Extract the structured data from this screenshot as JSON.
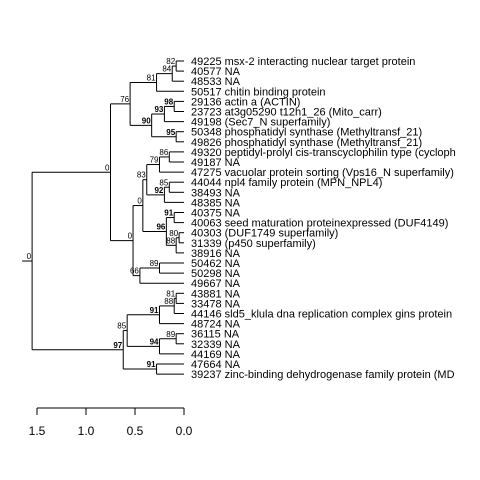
{
  "chart_data": {
    "type": "phylogenetic-tree",
    "x_axis": {
      "direction": "reversed",
      "range": [
        1.5,
        0.0
      ],
      "ticks": [
        "1.5",
        "1.0",
        "0.5",
        "0.0"
      ],
      "tick_values": [
        1.5,
        1.0,
        0.5,
        0.0
      ]
    },
    "leaves": [
      "49225 msx-2 interacting nuclear target protein",
      "40577 NA",
      "48533 NA",
      "50517 chitin binding protein",
      "29136 actin a (ACTIN)",
      "23723 at3g05290 t12h1_26 (Mito_carr)",
      "49198 (Sec7_N superfamily)",
      "50348 phosphatidyl synthase (Methyltransf_21)",
      "49826 phosphatidyl synthase (Methyltransf_21)",
      "49320 peptidyl-prolyl cis-transcyclophilin type (cycloph",
      "49187 NA",
      "47275 vacuolar protein sorting (Vps16_N superfamily)",
      "44044 npl4 family protein (MPN_NPL4)",
      "38493 NA",
      "48385 NA",
      "40375 NA",
      "40063 seed maturation proteinexpressed (DUF4149)",
      "40303 (DUF1749 superfamily)",
      "31339 (p450 superfamily)",
      "38916 NA",
      "50462 NA",
      "50298 NA",
      "49667 NA",
      "43881 NA",
      "33478 NA",
      "44146 sld5_klula dna replication complex gins protein",
      "48724 NA",
      "36115 NA",
      "32339 NA",
      "44169 NA",
      "47664 NA",
      "39237 zinc-binding dehydrogenase family protein (MD"
    ],
    "nodes": {
      "n1": {
        "children": [
          "L0",
          "L1"
        ],
        "depth": 0.08,
        "support": "82",
        "bold": false
      },
      "n2": {
        "children": [
          "n1",
          "L2"
        ],
        "depth": 0.12,
        "support": "84",
        "bold": false
      },
      "n3": {
        "children": [
          "n2",
          "L3"
        ],
        "depth": 0.28,
        "support": "81",
        "bold": false
      },
      "n4": {
        "children": [
          "L4",
          "L5"
        ],
        "depth": 0.1,
        "support": "98",
        "bold": true
      },
      "n5": {
        "children": [
          "n4",
          "L6"
        ],
        "depth": 0.2,
        "support": "93",
        "bold": true
      },
      "n6": {
        "children": [
          "L7",
          "L8"
        ],
        "depth": 0.08,
        "support": "95",
        "bold": true
      },
      "n7": {
        "children": [
          "n5",
          "n6"
        ],
        "depth": 0.33,
        "support": "90",
        "bold": true
      },
      "n8": {
        "children": [
          "n3",
          "n7"
        ],
        "depth": 0.55,
        "support": "76",
        "bold": false
      },
      "n9": {
        "children": [
          "L9",
          "L10"
        ],
        "depth": 0.15,
        "support": "86",
        "bold": false
      },
      "n10": {
        "children": [
          "n9",
          "L11"
        ],
        "depth": 0.25,
        "support": "79",
        "bold": false
      },
      "n11": {
        "children": [
          "L12",
          "L13"
        ],
        "depth": 0.15,
        "support": "85",
        "bold": false
      },
      "n12": {
        "children": [
          "n11",
          "L14"
        ],
        "depth": 0.2,
        "support": "92",
        "bold": true
      },
      "n13": {
        "children": [
          "n10",
          "n12"
        ],
        "depth": 0.38,
        "support": "83",
        "bold": false
      },
      "n14": {
        "children": [
          "L15",
          "L16"
        ],
        "depth": 0.1,
        "support": "91",
        "bold": true
      },
      "n15": {
        "children": [
          "L17",
          "L18"
        ],
        "depth": 0.05,
        "support": "80",
        "bold": false
      },
      "n16": {
        "children": [
          "n15",
          "L19"
        ],
        "depth": 0.08,
        "support": "88",
        "bold": false
      },
      "n17": {
        "children": [
          "n14",
          "n16"
        ],
        "depth": 0.18,
        "support": "96",
        "bold": true
      },
      "n18": {
        "children": [
          "n13",
          "n17"
        ],
        "depth": 0.42,
        "support": "0",
        "bold": false
      },
      "n19": {
        "children": [
          "L20",
          "L21"
        ],
        "depth": 0.25,
        "support": "89",
        "bold": false
      },
      "n20": {
        "children": [
          "n19",
          "L22"
        ],
        "depth": 0.45,
        "support": "66",
        "bold": false
      },
      "n21": {
        "children": [
          "n18",
          "n20"
        ],
        "depth": 0.52,
        "support": "0",
        "bold": false
      },
      "n22": {
        "children": [
          "n8",
          "n21"
        ],
        "depth": 0.75,
        "support": "0",
        "bold": false
      },
      "n23": {
        "children": [
          "L23",
          "L24"
        ],
        "depth": 0.08,
        "support": "81",
        "bold": false
      },
      "n24": {
        "children": [
          "n23",
          "L25"
        ],
        "depth": 0.1,
        "support": "88",
        "bold": false
      },
      "n25": {
        "children": [
          "n24",
          "L26"
        ],
        "depth": 0.25,
        "support": "91",
        "bold": true
      },
      "n26": {
        "children": [
          "L27",
          "L28"
        ],
        "depth": 0.08,
        "support": "89",
        "bold": false
      },
      "n27": {
        "children": [
          "n26",
          "L29"
        ],
        "depth": 0.25,
        "support": "94",
        "bold": true
      },
      "n28": {
        "children": [
          "n25",
          "n27"
        ],
        "depth": 0.58,
        "support": "85",
        "bold": false
      },
      "n29": {
        "children": [
          "L30",
          "L31"
        ],
        "depth": 0.28,
        "support": "91",
        "bold": true
      },
      "n30": {
        "children": [
          "n28",
          "n29"
        ],
        "depth": 0.62,
        "support": "97",
        "bold": true
      },
      "root": {
        "children": [
          "n22",
          "n30"
        ],
        "depth": 1.55,
        "support": "0",
        "bold": false
      }
    },
    "root": "root"
  }
}
